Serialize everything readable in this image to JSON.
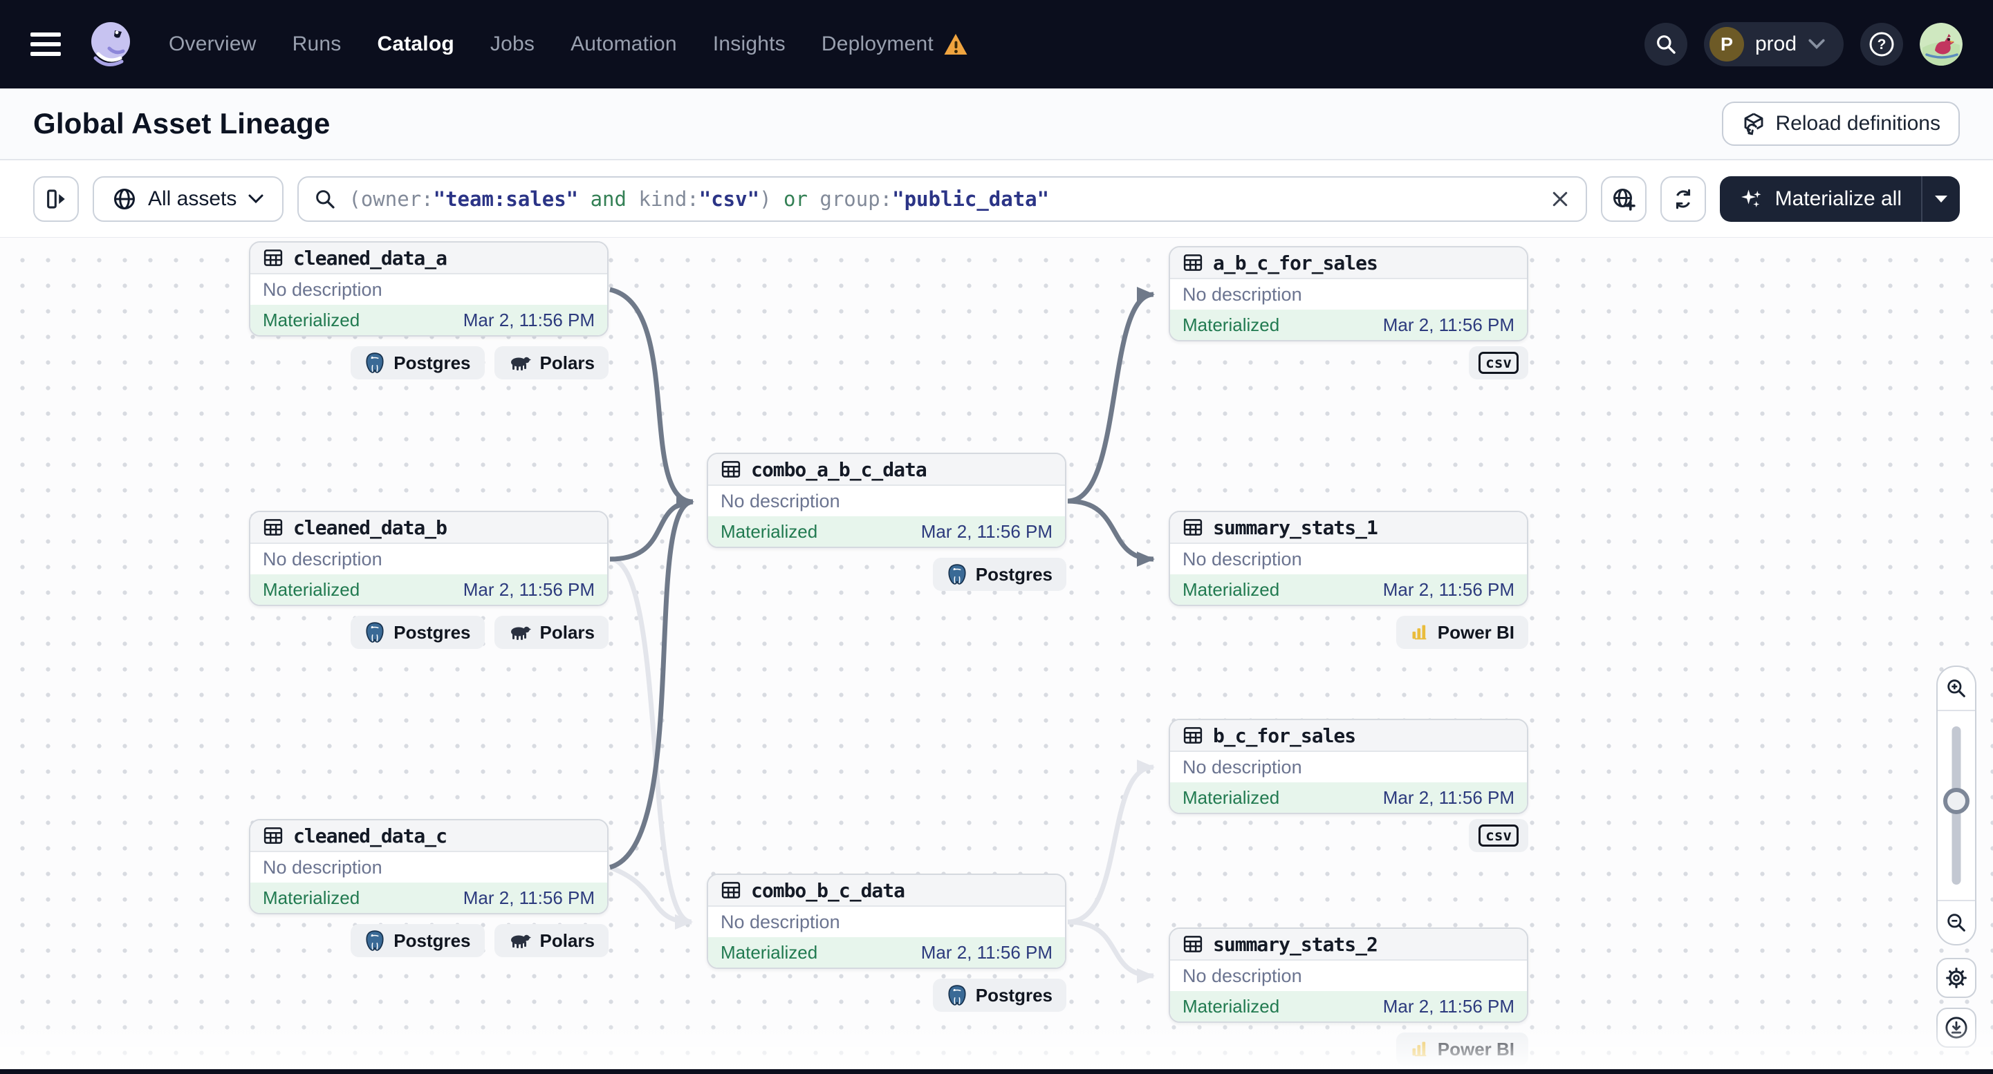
{
  "nav": {
    "logo": "dagster-octopus-logo",
    "items": [
      {
        "label": "Overview",
        "active": false
      },
      {
        "label": "Runs",
        "active": false
      },
      {
        "label": "Catalog",
        "active": true
      },
      {
        "label": "Jobs",
        "active": false
      },
      {
        "label": "Automation",
        "active": false
      },
      {
        "label": "Insights",
        "active": false
      },
      {
        "label": "Deployment",
        "active": false,
        "warning": true
      }
    ],
    "environment": {
      "initial": "P",
      "label": "prod"
    },
    "colors": {
      "bar_background": "#0b0e1d",
      "warning": "#f0a43f"
    }
  },
  "header": {
    "title": "Global Asset Lineage",
    "reload_label": "Reload definitions"
  },
  "toolbar": {
    "scope_label": "All assets",
    "materialize_label": "Materialize all",
    "query": {
      "segments": [
        {
          "text": "(owner:",
          "kind": "plain"
        },
        {
          "text": "\"team:sales\"",
          "kind": "value"
        },
        {
          "text": " and ",
          "kind": "op"
        },
        {
          "text": "kind:",
          "kind": "plain"
        },
        {
          "text": "\"csv\"",
          "kind": "value"
        },
        {
          "text": ") ",
          "kind": "plain"
        },
        {
          "text": "or",
          "kind": "op"
        },
        {
          "text": " group:",
          "kind": "plain"
        },
        {
          "text": "\"public_data\"",
          "kind": "value"
        }
      ]
    }
  },
  "graph": {
    "shared": {
      "description": "No description",
      "status": "Materialized",
      "timestamp": "Mar 2, 11:56 PM"
    },
    "nodes": [
      {
        "title": "cleaned_data_a",
        "description": "No description",
        "status": "Materialized",
        "timestamp": "Mar 2, 11:56 PM",
        "tags": [
          {
            "type": "postgres",
            "label": "Postgres"
          },
          {
            "type": "polars",
            "label": "Polars"
          }
        ]
      },
      {
        "title": "cleaned_data_b",
        "description": "No description",
        "status": "Materialized",
        "timestamp": "Mar 2, 11:56 PM",
        "tags": [
          {
            "type": "postgres",
            "label": "Postgres"
          },
          {
            "type": "polars",
            "label": "Polars"
          }
        ]
      },
      {
        "title": "cleaned_data_c",
        "description": "No description",
        "status": "Materialized",
        "timestamp": "Mar 2, 11:56 PM",
        "tags": [
          {
            "type": "postgres",
            "label": "Postgres"
          },
          {
            "type": "polars",
            "label": "Polars"
          }
        ]
      },
      {
        "title": "combo_a_b_c_data",
        "description": "No description",
        "status": "Materialized",
        "timestamp": "Mar 2, 11:56 PM",
        "tags": [
          {
            "type": "postgres",
            "label": "Postgres"
          }
        ]
      },
      {
        "title": "combo_b_c_data",
        "description": "No description",
        "status": "Materialized",
        "timestamp": "Mar 2, 11:56 PM",
        "tags": [
          {
            "type": "postgres",
            "label": "Postgres"
          }
        ]
      },
      {
        "title": "a_b_c_for_sales",
        "description": "No description",
        "status": "Materialized",
        "timestamp": "Mar 2, 11:56 PM",
        "tags": [
          {
            "type": "csv",
            "label": "csv"
          }
        ]
      },
      {
        "title": "summary_stats_1",
        "description": "No description",
        "status": "Materialized",
        "timestamp": "Mar 2, 11:56 PM",
        "tags": [
          {
            "type": "powerbi",
            "label": "Power BI"
          }
        ]
      },
      {
        "title": "b_c_for_sales",
        "description": "No description",
        "status": "Materialized",
        "timestamp": "Mar 2, 11:56 PM",
        "tags": [
          {
            "type": "csv",
            "label": "csv"
          }
        ]
      },
      {
        "title": "summary_stats_2",
        "description": "No description",
        "status": "Materialized",
        "timestamp": "Mar 2, 11:56 PM",
        "tags": [
          {
            "type": "powerbi",
            "label": "Power BI"
          }
        ]
      }
    ],
    "edges": [
      {
        "from": "cleaned_data_a",
        "to": "combo_a_b_c_data",
        "emphasis": "strong"
      },
      {
        "from": "cleaned_data_b",
        "to": "combo_a_b_c_data",
        "emphasis": "strong"
      },
      {
        "from": "cleaned_data_c",
        "to": "combo_a_b_c_data",
        "emphasis": "strong"
      },
      {
        "from": "cleaned_data_b",
        "to": "combo_b_c_data",
        "emphasis": "faint"
      },
      {
        "from": "cleaned_data_c",
        "to": "combo_b_c_data",
        "emphasis": "faint"
      },
      {
        "from": "combo_a_b_c_data",
        "to": "a_b_c_for_sales",
        "emphasis": "strong"
      },
      {
        "from": "combo_a_b_c_data",
        "to": "summary_stats_1",
        "emphasis": "strong"
      },
      {
        "from": "combo_b_c_data",
        "to": "b_c_for_sales",
        "emphasis": "faint"
      },
      {
        "from": "combo_b_c_data",
        "to": "summary_stats_2",
        "emphasis": "faint"
      }
    ],
    "edge_colors": {
      "strong": "#6f7989",
      "faint": "#e3e5eb"
    },
    "status_colors": {
      "materialized_bg": "#e7f5ec",
      "materialized_text": "#217a50",
      "timestamp_text": "#2c3a7d"
    }
  }
}
